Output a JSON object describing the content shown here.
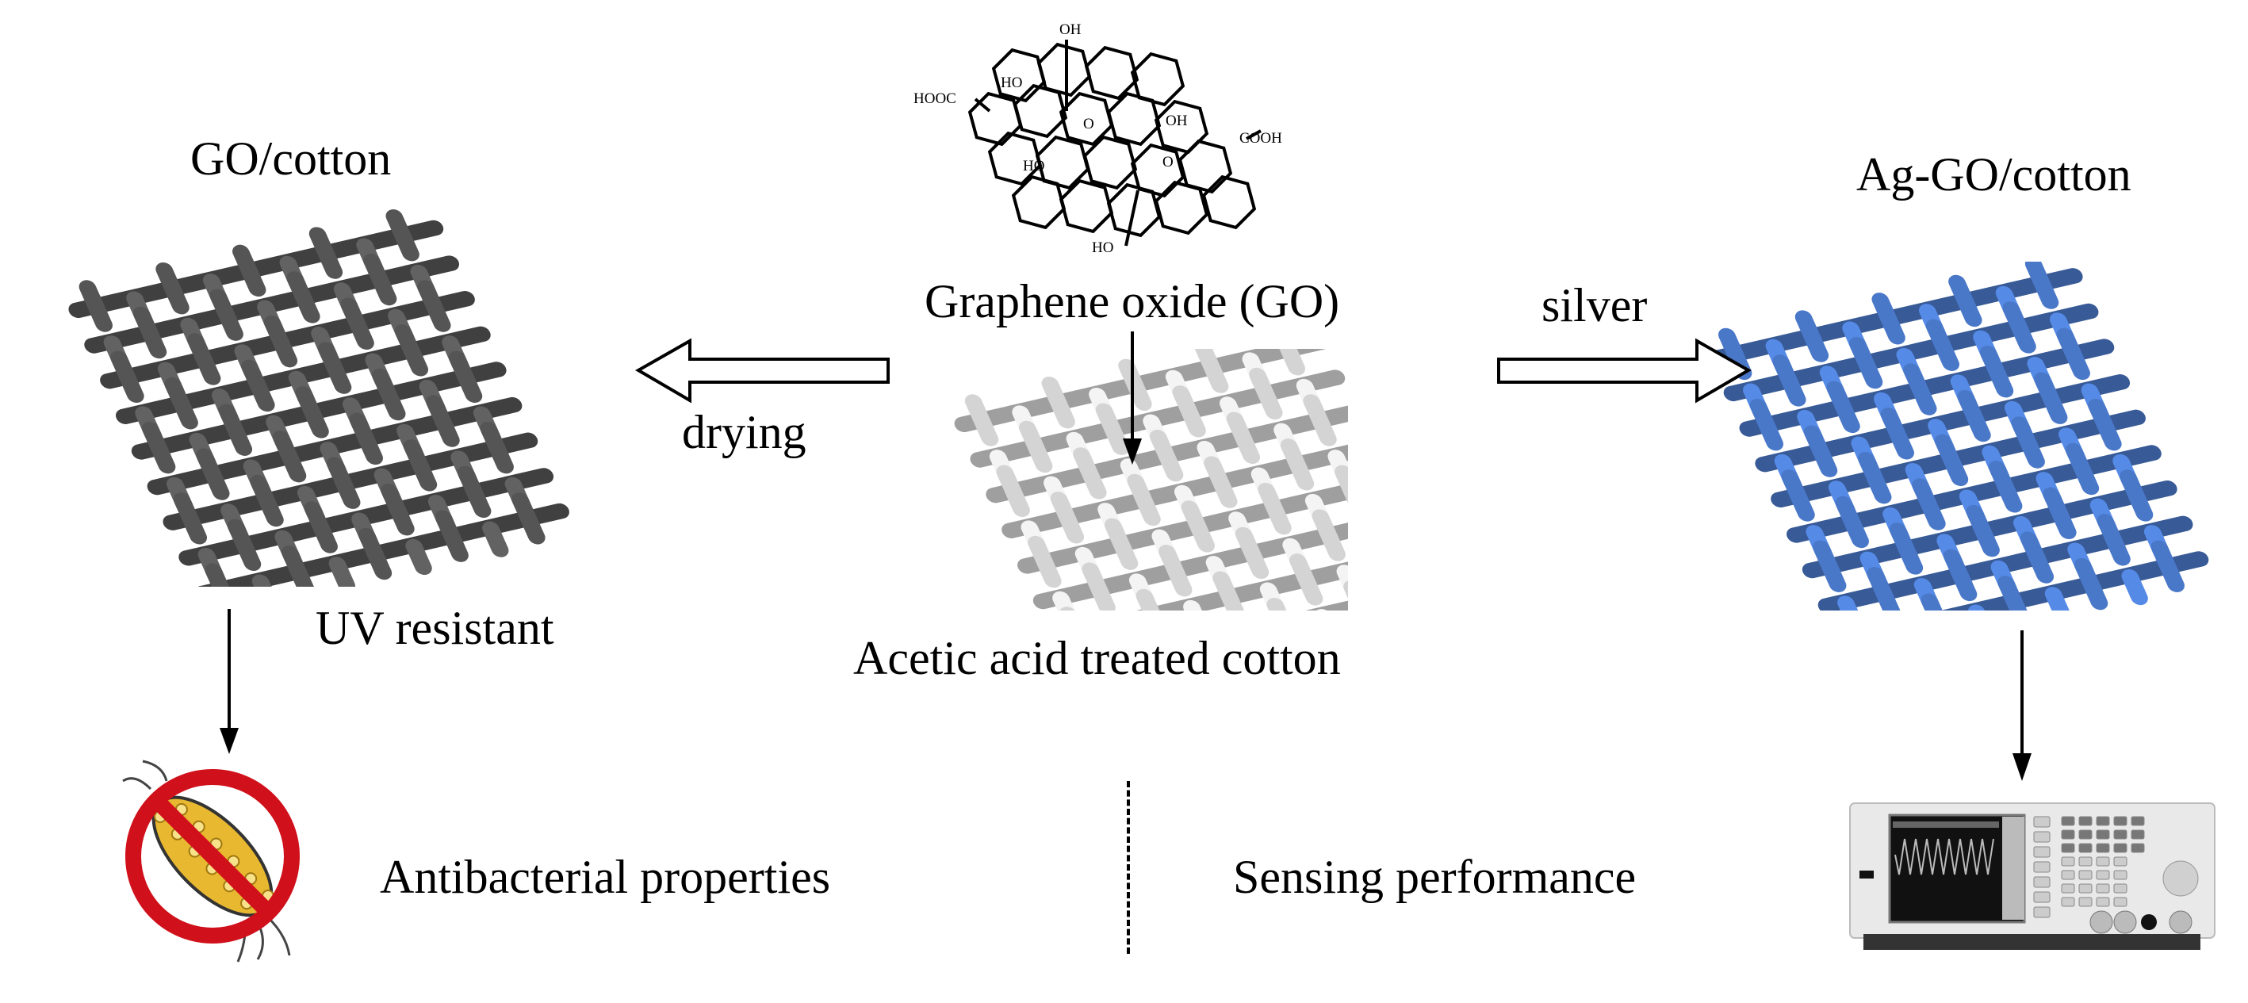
{
  "labels": {
    "go_cotton": "GO/cotton",
    "graphene_oxide": "Graphene oxide (GO)",
    "acetic_cotton": "Acetic acid treated cotton",
    "drying": "drying",
    "silver": "silver",
    "ag_go_cotton": "Ag-GO/cotton",
    "uv_resistant": "UV resistant",
    "antibacterial": "Antibacterial properties",
    "sensing": "Sensing performance"
  },
  "molecule": {
    "groups": {
      "oh_top": "OH",
      "ho_left": "HO",
      "hooc": "HOOC",
      "o_epoxy1": "O",
      "oh_right": "OH",
      "cooh": "COOH",
      "ho_mid": "HO",
      "o_epoxy2": "O",
      "ho_bottom": "HO"
    }
  },
  "colors": {
    "go_fabric": "#555555",
    "plain_fabric": "#d4d4d4",
    "ag_fabric": "#4a78c8",
    "prohibit": "#d0101a",
    "bacteria": "#e8b830"
  }
}
